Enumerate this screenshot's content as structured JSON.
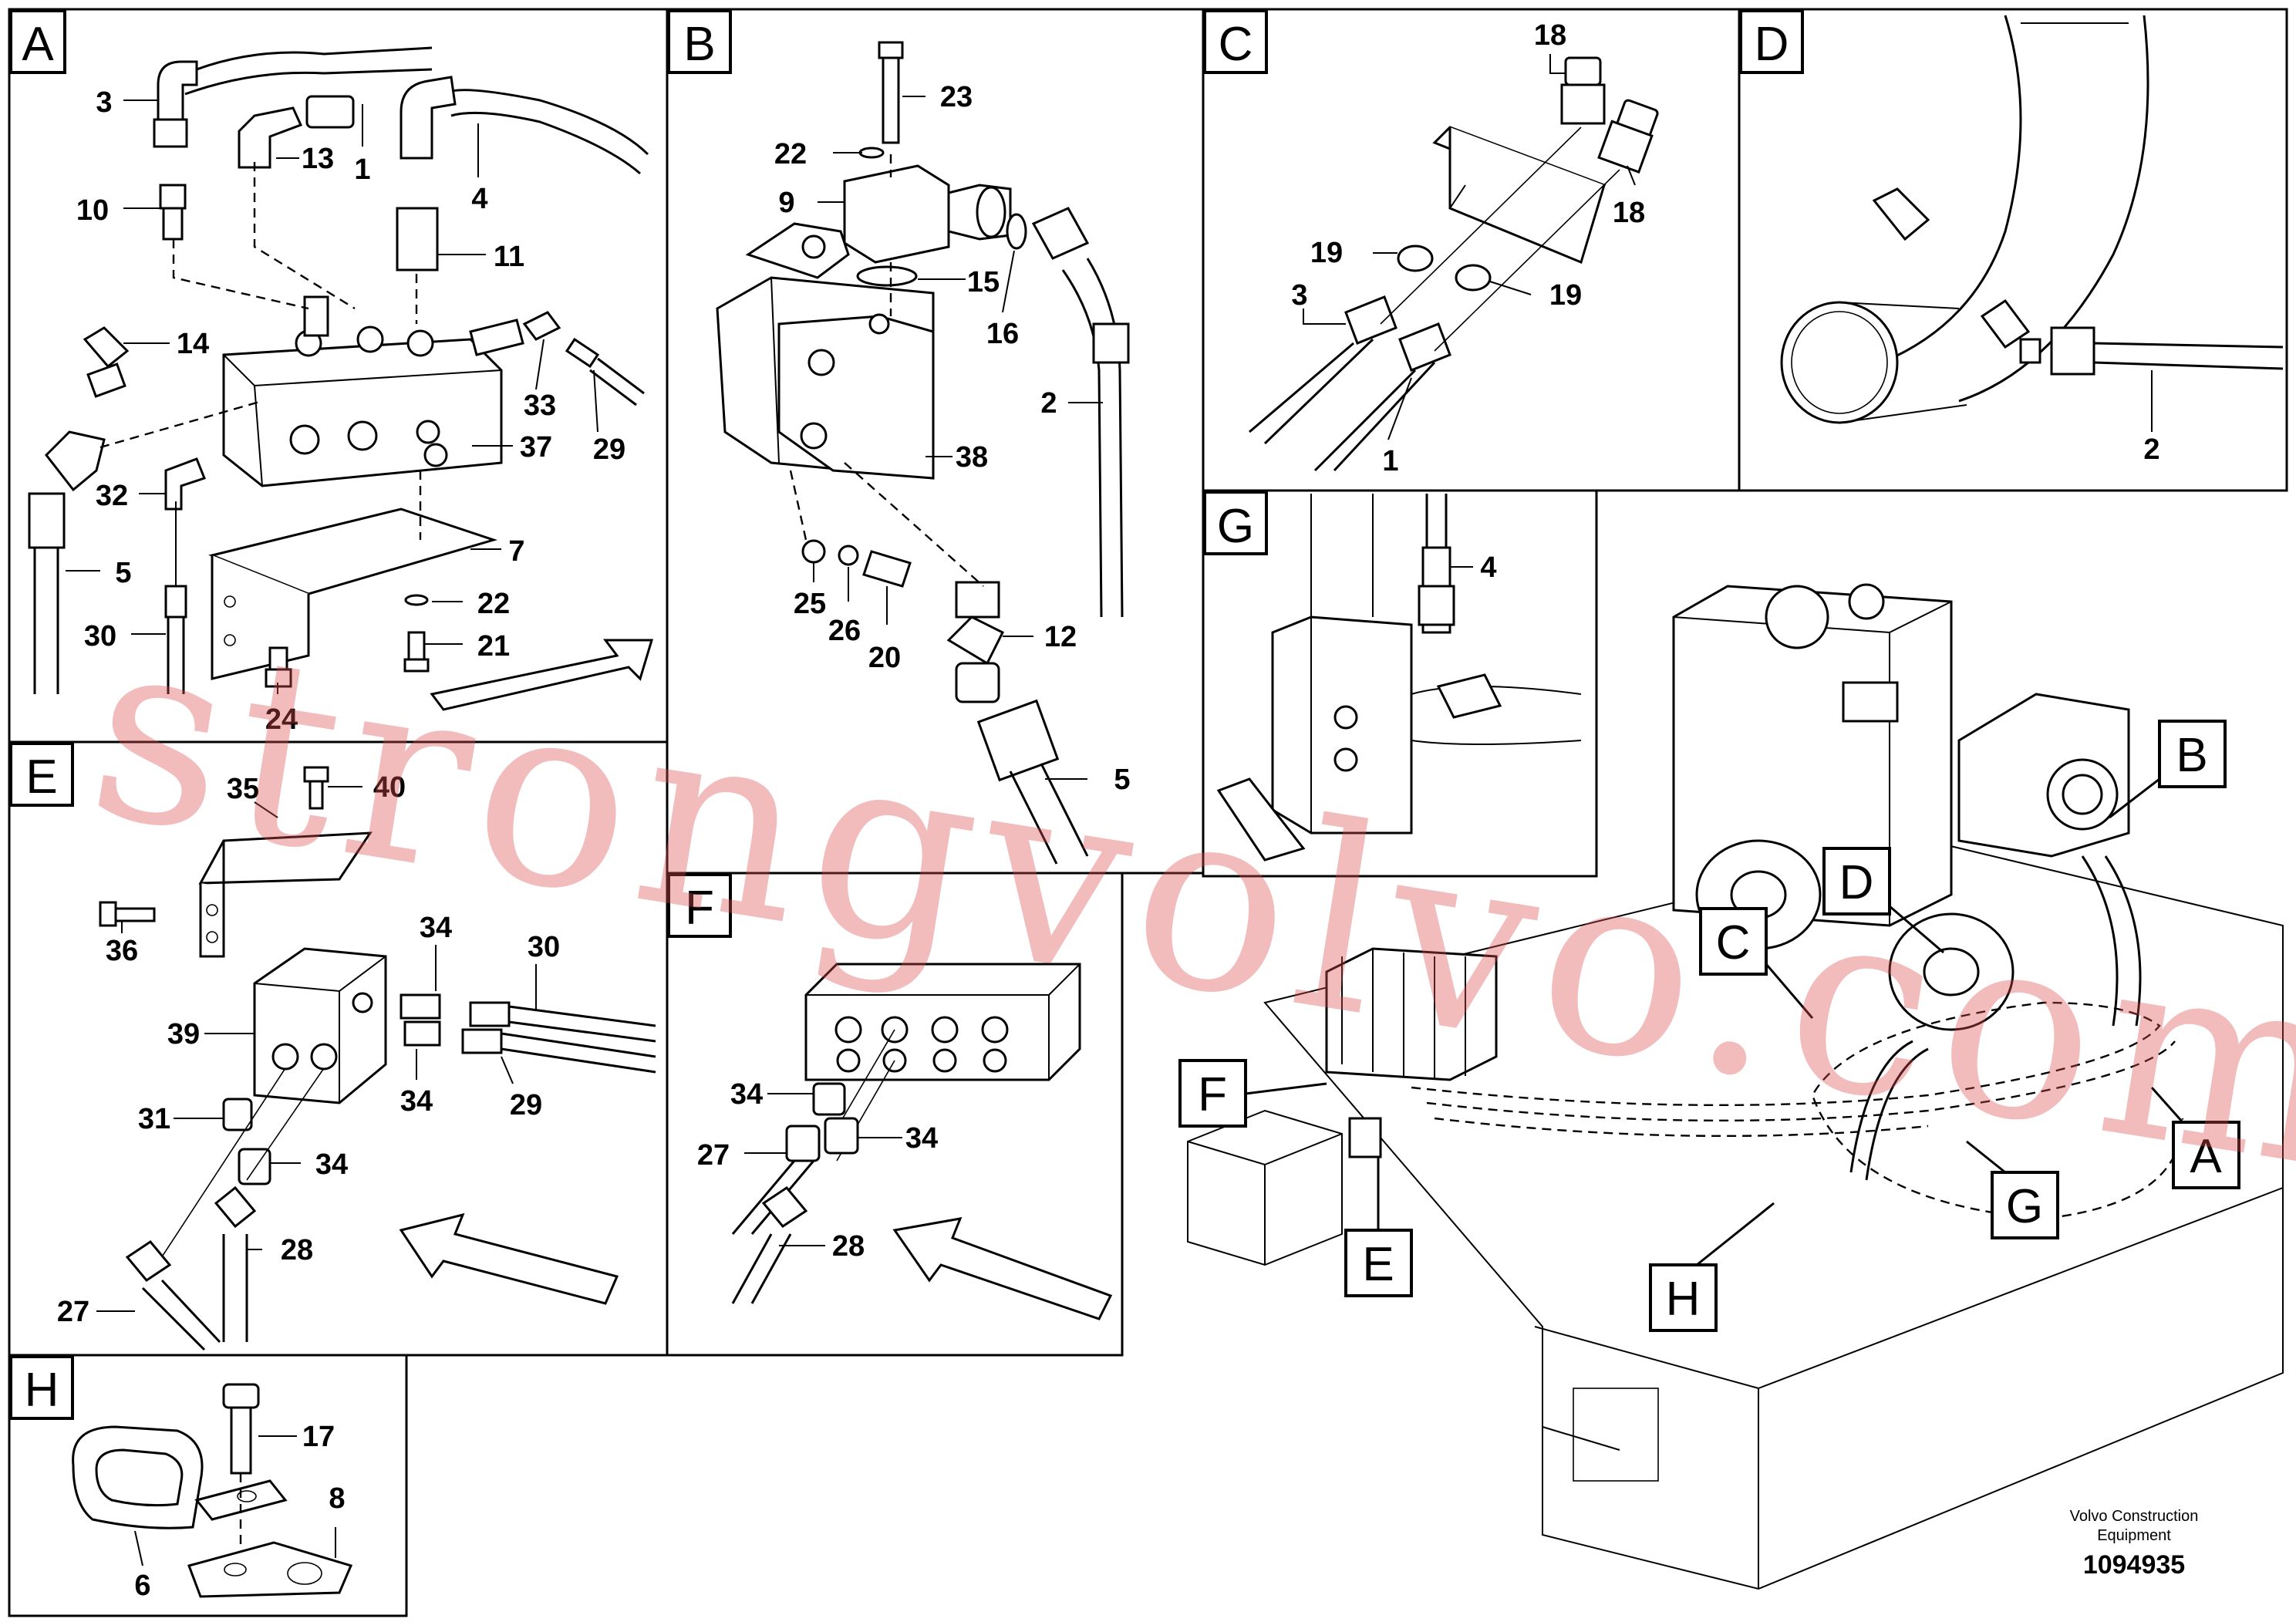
{
  "panels": {
    "A": {
      "label": "A",
      "callouts": [
        "3",
        "13",
        "1",
        "4",
        "10",
        "11",
        "14",
        "33",
        "29",
        "32",
        "37",
        "5",
        "7",
        "30",
        "22",
        "21",
        "24"
      ]
    },
    "B": {
      "label": "B",
      "callouts": [
        "23",
        "22",
        "9",
        "15",
        "16",
        "2",
        "38",
        "25",
        "26",
        "20",
        "12",
        "5"
      ]
    },
    "C": {
      "label": "C",
      "callouts": [
        "18",
        "18",
        "19",
        "19",
        "3",
        "1"
      ]
    },
    "D": {
      "label": "D",
      "callouts": [
        "2"
      ]
    },
    "E": {
      "label": "E",
      "callouts": [
        "35",
        "40",
        "36",
        "34",
        "30",
        "39",
        "34",
        "29",
        "31",
        "34",
        "28",
        "27"
      ]
    },
    "F": {
      "label": "F",
      "callouts": [
        "34",
        "27",
        "34",
        "28"
      ]
    },
    "G": {
      "label": "G",
      "callouts": [
        "4"
      ]
    },
    "H": {
      "label": "H",
      "callouts": [
        "17",
        "8",
        "6"
      ]
    }
  },
  "overview_markers": [
    "B",
    "D",
    "C",
    "F",
    "E",
    "H",
    "G",
    "A"
  ],
  "footer": {
    "publisher": "Volvo Construction",
    "publisher_line2": "Equipment",
    "drawing_number": "1094935"
  },
  "watermark": "strongvolvo.com"
}
